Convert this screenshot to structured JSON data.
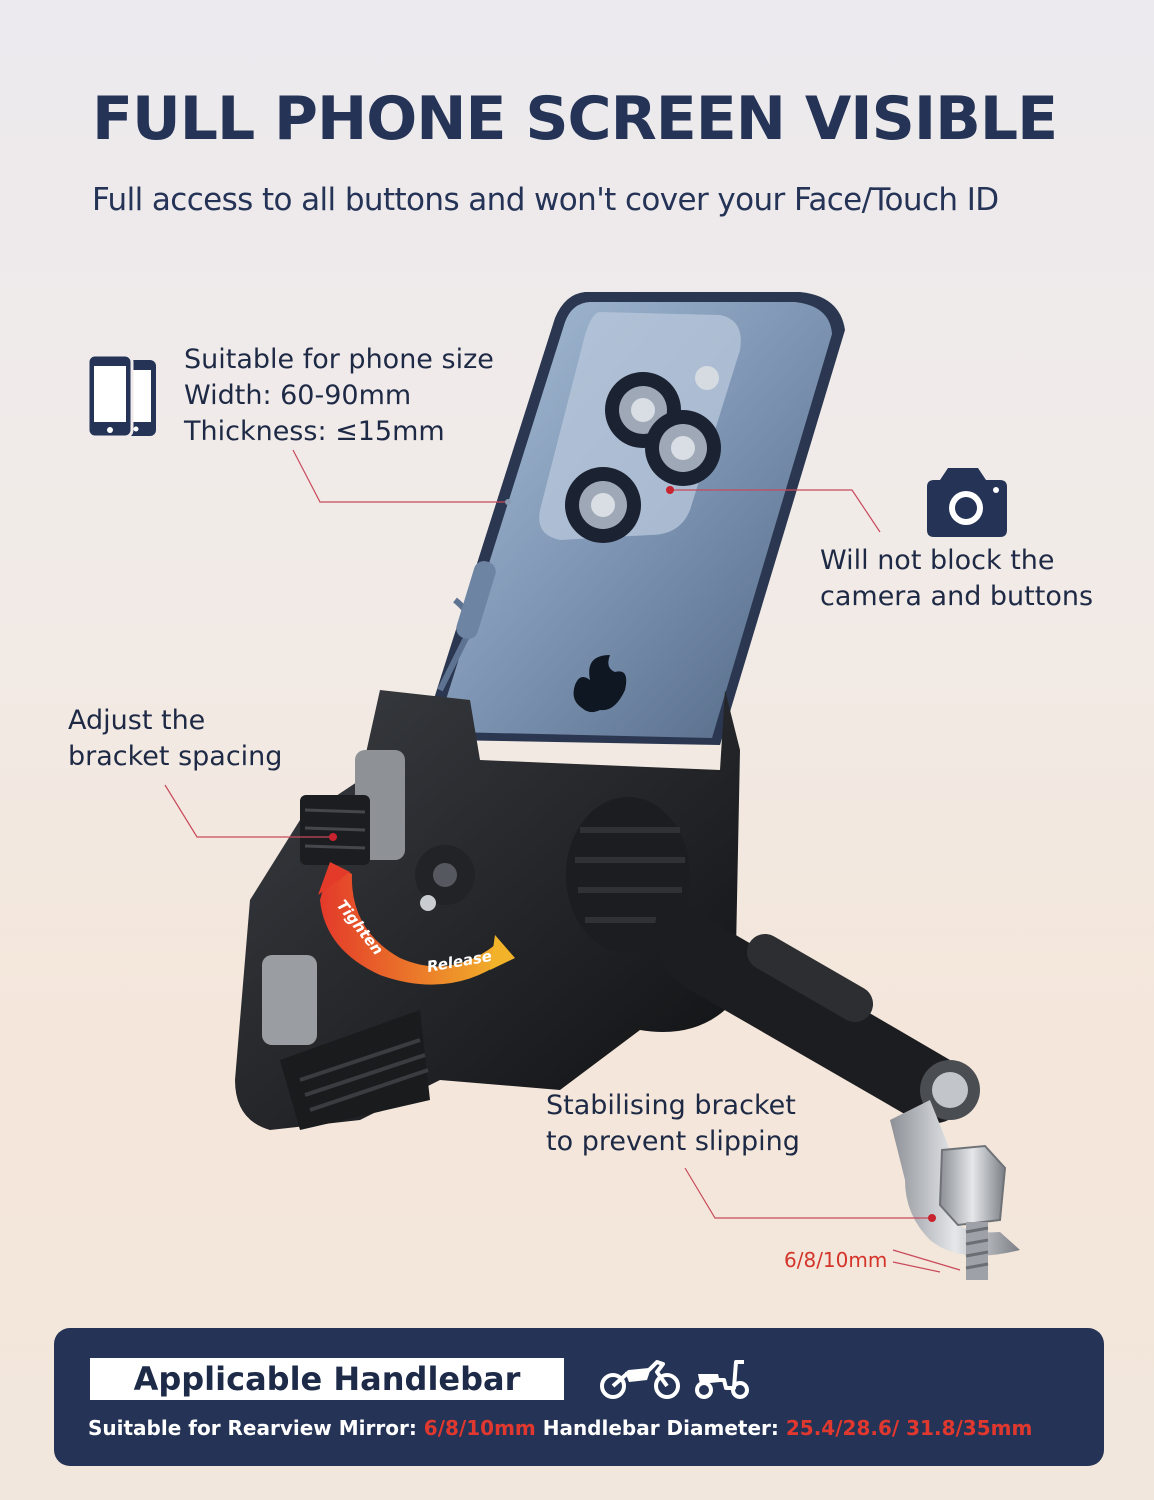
{
  "header": {
    "title": "FULL PHONE SCREEN VISIBLE",
    "subtitle": "Full access to all buttons and won't cover your Face/Touch ID"
  },
  "callouts": {
    "phone_size": {
      "line1": "Suitable for phone size",
      "line2": "Width: 60-90mm",
      "line3": "Thickness: ≤15mm",
      "icon": "two-phones-icon"
    },
    "camera": {
      "line1": "Will not block the",
      "line2": "camera and buttons",
      "icon": "camera-icon"
    },
    "bracket": {
      "line1": "Adjust the",
      "line2": "bracket spacing"
    },
    "stabilising": {
      "line1": "Stabilising bracket",
      "line2": "to prevent slipping"
    },
    "bolt_size": "6/8/10mm"
  },
  "knob_arrows": {
    "tighten": "Tighten",
    "release": "Release"
  },
  "footer": {
    "title": "Applicable Handlebar",
    "icons": [
      "motorcycle-icon",
      "scooter-icon"
    ],
    "mirror_label": "Suitable for Rearview Mirror: ",
    "mirror_value": "6/8/10mm",
    "diameter_label": " Handlebar Diameter: ",
    "diameter_value": "25.4/28.6/ 31.8/35mm"
  },
  "colors": {
    "navy": "#243356",
    "accent_red": "#e0382e",
    "leader_line": "#c84a5a"
  }
}
